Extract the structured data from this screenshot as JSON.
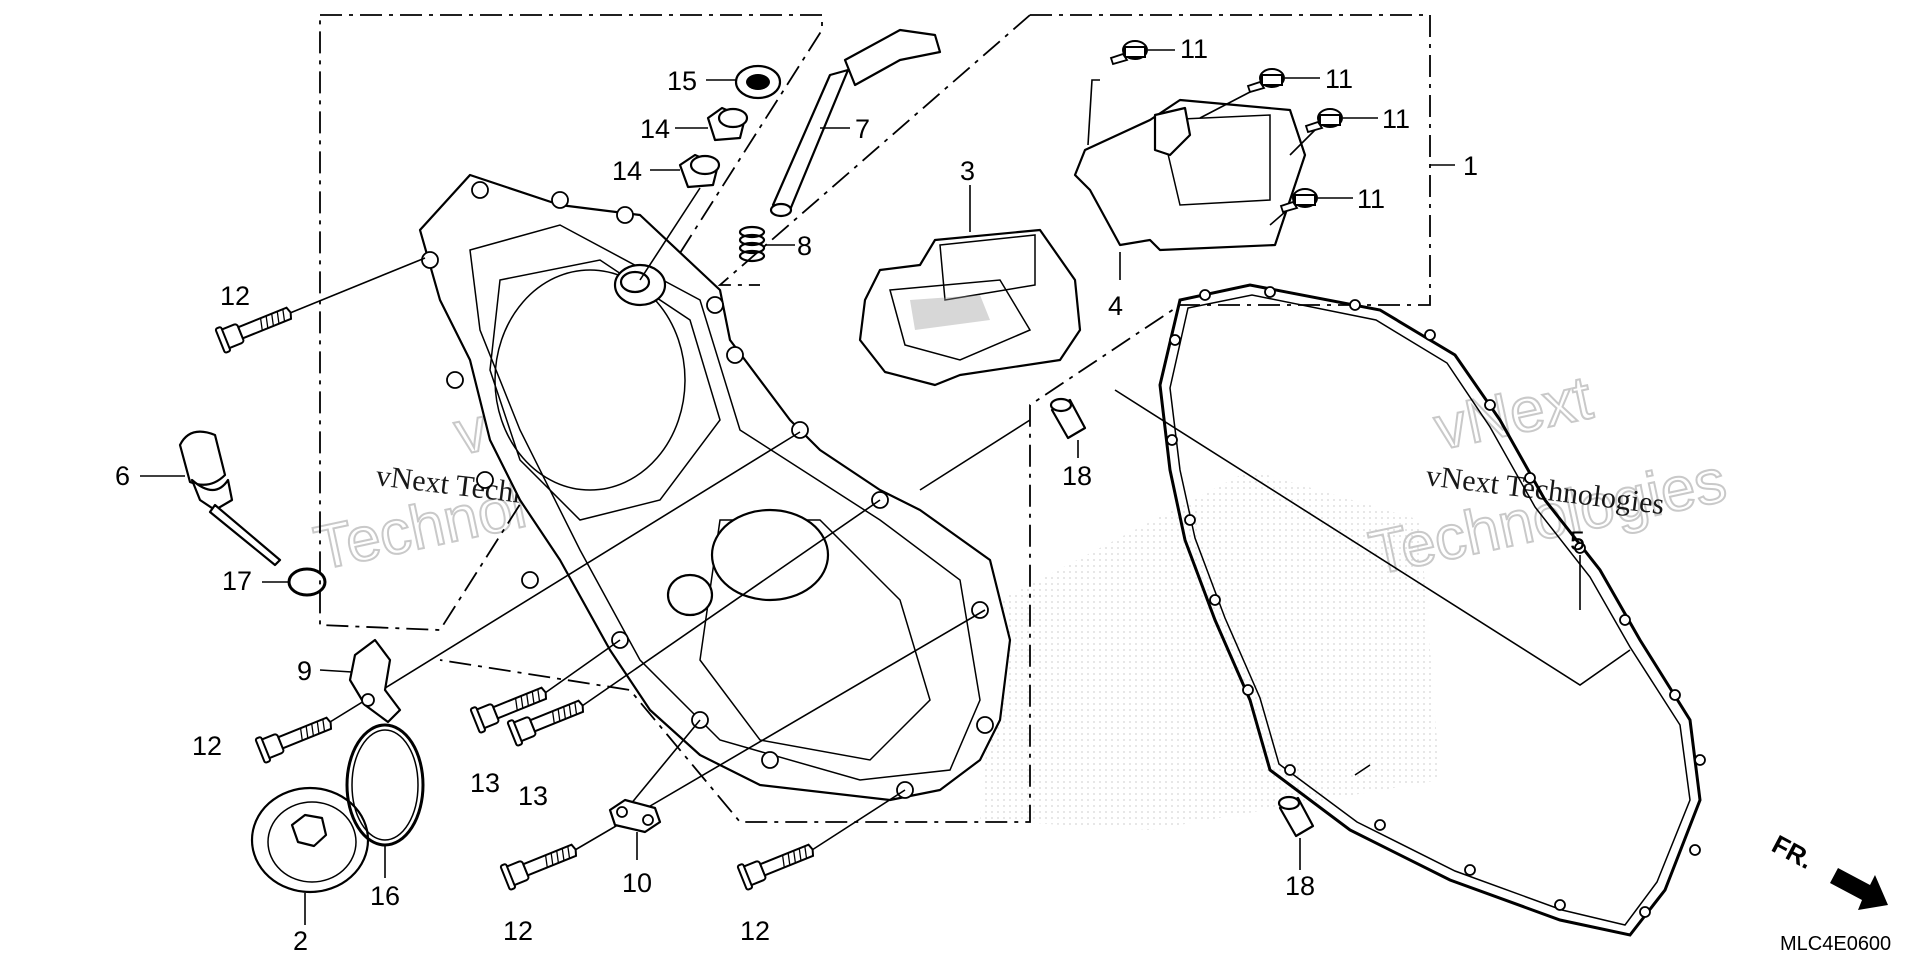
{
  "diagram": {
    "callouts": [
      {
        "id": "1",
        "text": "1"
      },
      {
        "id": "2",
        "text": "2"
      },
      {
        "id": "3",
        "text": "3"
      },
      {
        "id": "4",
        "text": "4"
      },
      {
        "id": "5",
        "text": "5"
      },
      {
        "id": "6",
        "text": "6"
      },
      {
        "id": "7",
        "text": "7"
      },
      {
        "id": "8",
        "text": "8"
      },
      {
        "id": "9",
        "text": "9"
      },
      {
        "id": "10",
        "text": "10"
      },
      {
        "id": "11",
        "text": "11"
      },
      {
        "id": "12",
        "text": "12"
      },
      {
        "id": "13",
        "text": "13"
      },
      {
        "id": "14",
        "text": "14"
      },
      {
        "id": "15",
        "text": "15"
      },
      {
        "id": "16",
        "text": "16"
      },
      {
        "id": "17",
        "text": "17"
      },
      {
        "id": "18",
        "text": "18"
      }
    ],
    "watermark_text": "vNext Technologies",
    "watermark_word_1": "vNext",
    "watermark_word_2": "Technologies",
    "direction_label": "FR.",
    "diagram_code": "MLC4E0600"
  }
}
